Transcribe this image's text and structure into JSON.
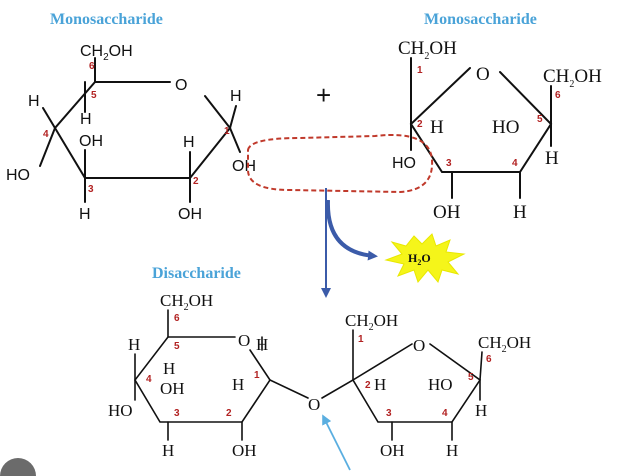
{
  "headings": {
    "left_monosaccharide": "Monosaccharide",
    "right_monosaccharide": "Monosaccharide",
    "disaccharide": "Disaccharide"
  },
  "operator_plus": "+",
  "water": {
    "label": "H",
    "sub": "2",
    "tail": "O",
    "burst_color": "#f5f51a"
  },
  "glucose": {
    "ch2oh": "CH",
    "ch2oh_sub": "2",
    "ch2oh_tail": "OH",
    "ring_o": "O",
    "atoms": [
      "H",
      "H",
      "OH",
      "H",
      "H",
      "OH",
      "HO",
      "H",
      "OH"
    ],
    "numbers": [
      "6",
      "5",
      "4",
      "1",
      "3",
      "2"
    ]
  },
  "fructose": {
    "ch2oh_left": "CH",
    "ch2oh_left_sub": "2",
    "ch2oh_left_tail": "OH",
    "ch2oh_right": "CH",
    "ch2oh_right_sub": "2",
    "ch2oh_right_tail": "OH",
    "ring_o": "O",
    "atoms": [
      "H",
      "HO",
      "HO",
      "H",
      "OH",
      "H"
    ],
    "numbers": [
      "1",
      "6",
      "2",
      "5",
      "3",
      "4"
    ]
  },
  "disaccharide": {
    "glc_ch2oh": "CH",
    "glc_ch2oh_sub": "2",
    "glc_ch2oh_tail": "OH",
    "fru_ch2oh_left": "CH",
    "fru_ch2oh_left_sub": "2",
    "fru_ch2oh_left_tail": "OH",
    "fru_ch2oh_right": "CH",
    "fru_ch2oh_right_sub": "2",
    "fru_ch2oh_right_tail": "OH",
    "ring_o_glc": "O",
    "ring_o_fru": "O",
    "bridge_o": "O",
    "glc_atoms": [
      "H",
      "H",
      "H",
      "OH",
      "H",
      "HO",
      "H",
      "OH"
    ],
    "glc_numbers": [
      "6",
      "5",
      "4",
      "1",
      "3",
      "2"
    ],
    "fru_atoms": [
      "H",
      "HO",
      "H",
      "OH",
      "H"
    ],
    "fru_numbers": [
      "1",
      "6",
      "2",
      "5",
      "3",
      "4"
    ]
  },
  "colors": {
    "heading": "#4aa3d8",
    "number": "#b22222",
    "removal_box": "#c0392b",
    "down_arrow": "#3b5ba9",
    "water_arrow": "#3b5ba9",
    "pointer_arrow": "#5aaee0"
  }
}
